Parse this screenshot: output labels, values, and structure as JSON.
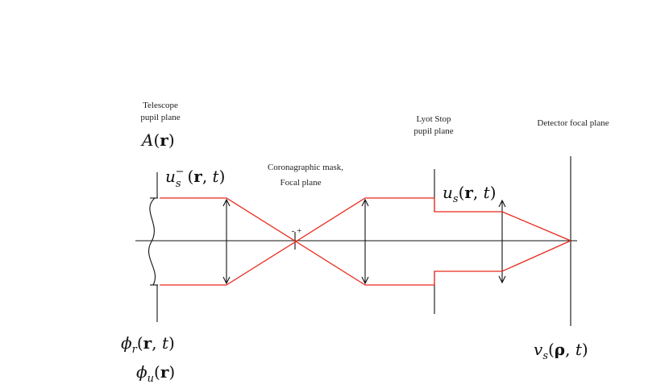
{
  "labels": {
    "telescope_line1": "Telescope",
    "telescope_line2": "pupil plane",
    "mask_line1": "Coronagraphic mask,",
    "mask_line2": "Focal plane",
    "lyot_line1": "Lyot Stop",
    "lyot_line2": "pupil plane",
    "detector": "Detector focal plane",
    "mask_signs": "- +"
  },
  "math": {
    "A": "A",
    "r": "r",
    "u": "u",
    "s": "s",
    "minus": "−",
    "t": "t",
    "phi": "ϕ",
    "phi_r_sub": "r",
    "phi_u_sub": "u",
    "v": "v",
    "rho": "ρ"
  },
  "colors": {
    "ray": "#e8291c",
    "ink": "#111111"
  }
}
